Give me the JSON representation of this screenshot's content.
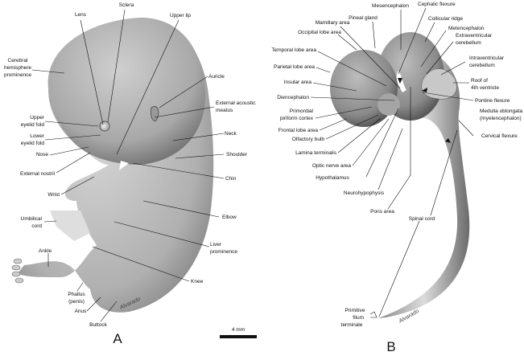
{
  "panel_a": {
    "letter": "A",
    "scale_label": "4 mm",
    "labels": {
      "lens": "Lens",
      "sclera": "Sclera",
      "upper_lip": "Upper lip",
      "cerebral_1": "Cerebral",
      "cerebral_2": "hemisphere",
      "cerebral_3": "prominence",
      "auricle": "Auricle",
      "ext_acoustic_1": "External acoustic",
      "ext_acoustic_2": "meatus",
      "upper_eyelid_1": "Upper",
      "upper_eyelid_2": "eyelid fold",
      "lower_eyelid_1": "Lower",
      "lower_eyelid_2": "eyelid fold",
      "nose": "Nose",
      "ext_nostril": "External nostril",
      "neck": "Neck",
      "shoulder": "Shoulder",
      "chin": "Chin",
      "wrist": "Wrist",
      "umbilical_1": "Umbilical",
      "umbilical_2": "cord",
      "elbow": "Elbow",
      "liver_1": "Liver",
      "liver_2": "prominence",
      "ankle": "Ankle",
      "knee": "Knee",
      "phallus_1": "Phallus",
      "phallus_2": "(penis)",
      "anus": "Anus",
      "buttock": "Buttock"
    }
  },
  "panel_b": {
    "letter": "B",
    "labels": {
      "mesencephalon": "Mesencephalon",
      "cephalic_flexure": "Cephalic flexure",
      "pineal_gland": "Pineal gland",
      "collicular_ridge": "Collicular ridge",
      "mamillary_area": "Mamillary area",
      "metencephalon": "Metencephalon",
      "extraventricular_1": "Extraventricular",
      "extraventricular_2": "cerebellum",
      "occipital": "Occipital lobe area",
      "temporal": "Temporal lobe area",
      "intraventricular_1": "Intraventricular",
      "intraventricular_2": "cerebellum",
      "parietal": "Parietal lobe area",
      "insular": "Insular area",
      "roof_1": "Roof of",
      "roof_2": "4th ventricle",
      "diencephalon": "Diencephalon",
      "pontine": "Pontine flexure",
      "medulla_1": "Medulla oblongata",
      "medulla_2": "(myelencephalon)",
      "piriform_1": "Primordial",
      "piriform_2": "piriform cortex",
      "frontal": "Frontal lobe area",
      "olfactory": "Olfactory bulb",
      "cervical": "Cervical flexure",
      "lamina": "Lamina terminalis",
      "optic": "Optic nerve area",
      "hypothalamus": "Hypothalamus",
      "neurohypophysis": "Neurohypophysis",
      "pons": "Pons area",
      "spinal_cord": "Spinal cord",
      "filum_1": "Primitive",
      "filum_2": "filum",
      "filum_3": "terminale"
    }
  },
  "colors": {
    "tissue_light": "#d4d4d4",
    "tissue_dark": "#6a6a6a",
    "line": "#111111"
  }
}
